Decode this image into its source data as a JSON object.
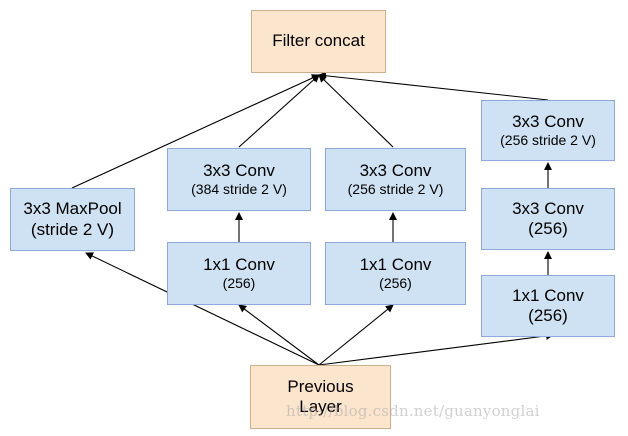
{
  "nodes": {
    "filter_concat": {
      "line1": "Filter concat"
    },
    "maxpool": {
      "line1": "3x3 MaxPool",
      "line2": "(stride 2 V)"
    },
    "b1_conv3": {
      "line1": "3x3 Conv",
      "line2": "(384 stride 2 V)"
    },
    "b1_conv1": {
      "line1": "1x1 Conv",
      "line2": "(256)"
    },
    "b2_conv3": {
      "line1": "3x3 Conv",
      "line2": "(256 stride 2 V)"
    },
    "b2_conv1": {
      "line1": "1x1 Conv",
      "line2": "(256)"
    },
    "b3_conv3_top": {
      "line1": "3x3 Conv",
      "line2": "(256 stride 2 V)"
    },
    "b3_conv3_mid": {
      "line1": "3x3 Conv",
      "line2": "(256)"
    },
    "b3_conv1": {
      "line1": "1x1 Conv",
      "line2": "(256)"
    },
    "previous_layer": {
      "line1": "Previous",
      "line2": "Layer"
    }
  },
  "colors": {
    "blue_fill": "#cfe2f3",
    "orange_fill": "#fce5cd",
    "arrow": "#000000"
  },
  "watermark": "http://blog.csdn.net/guanyonglai"
}
